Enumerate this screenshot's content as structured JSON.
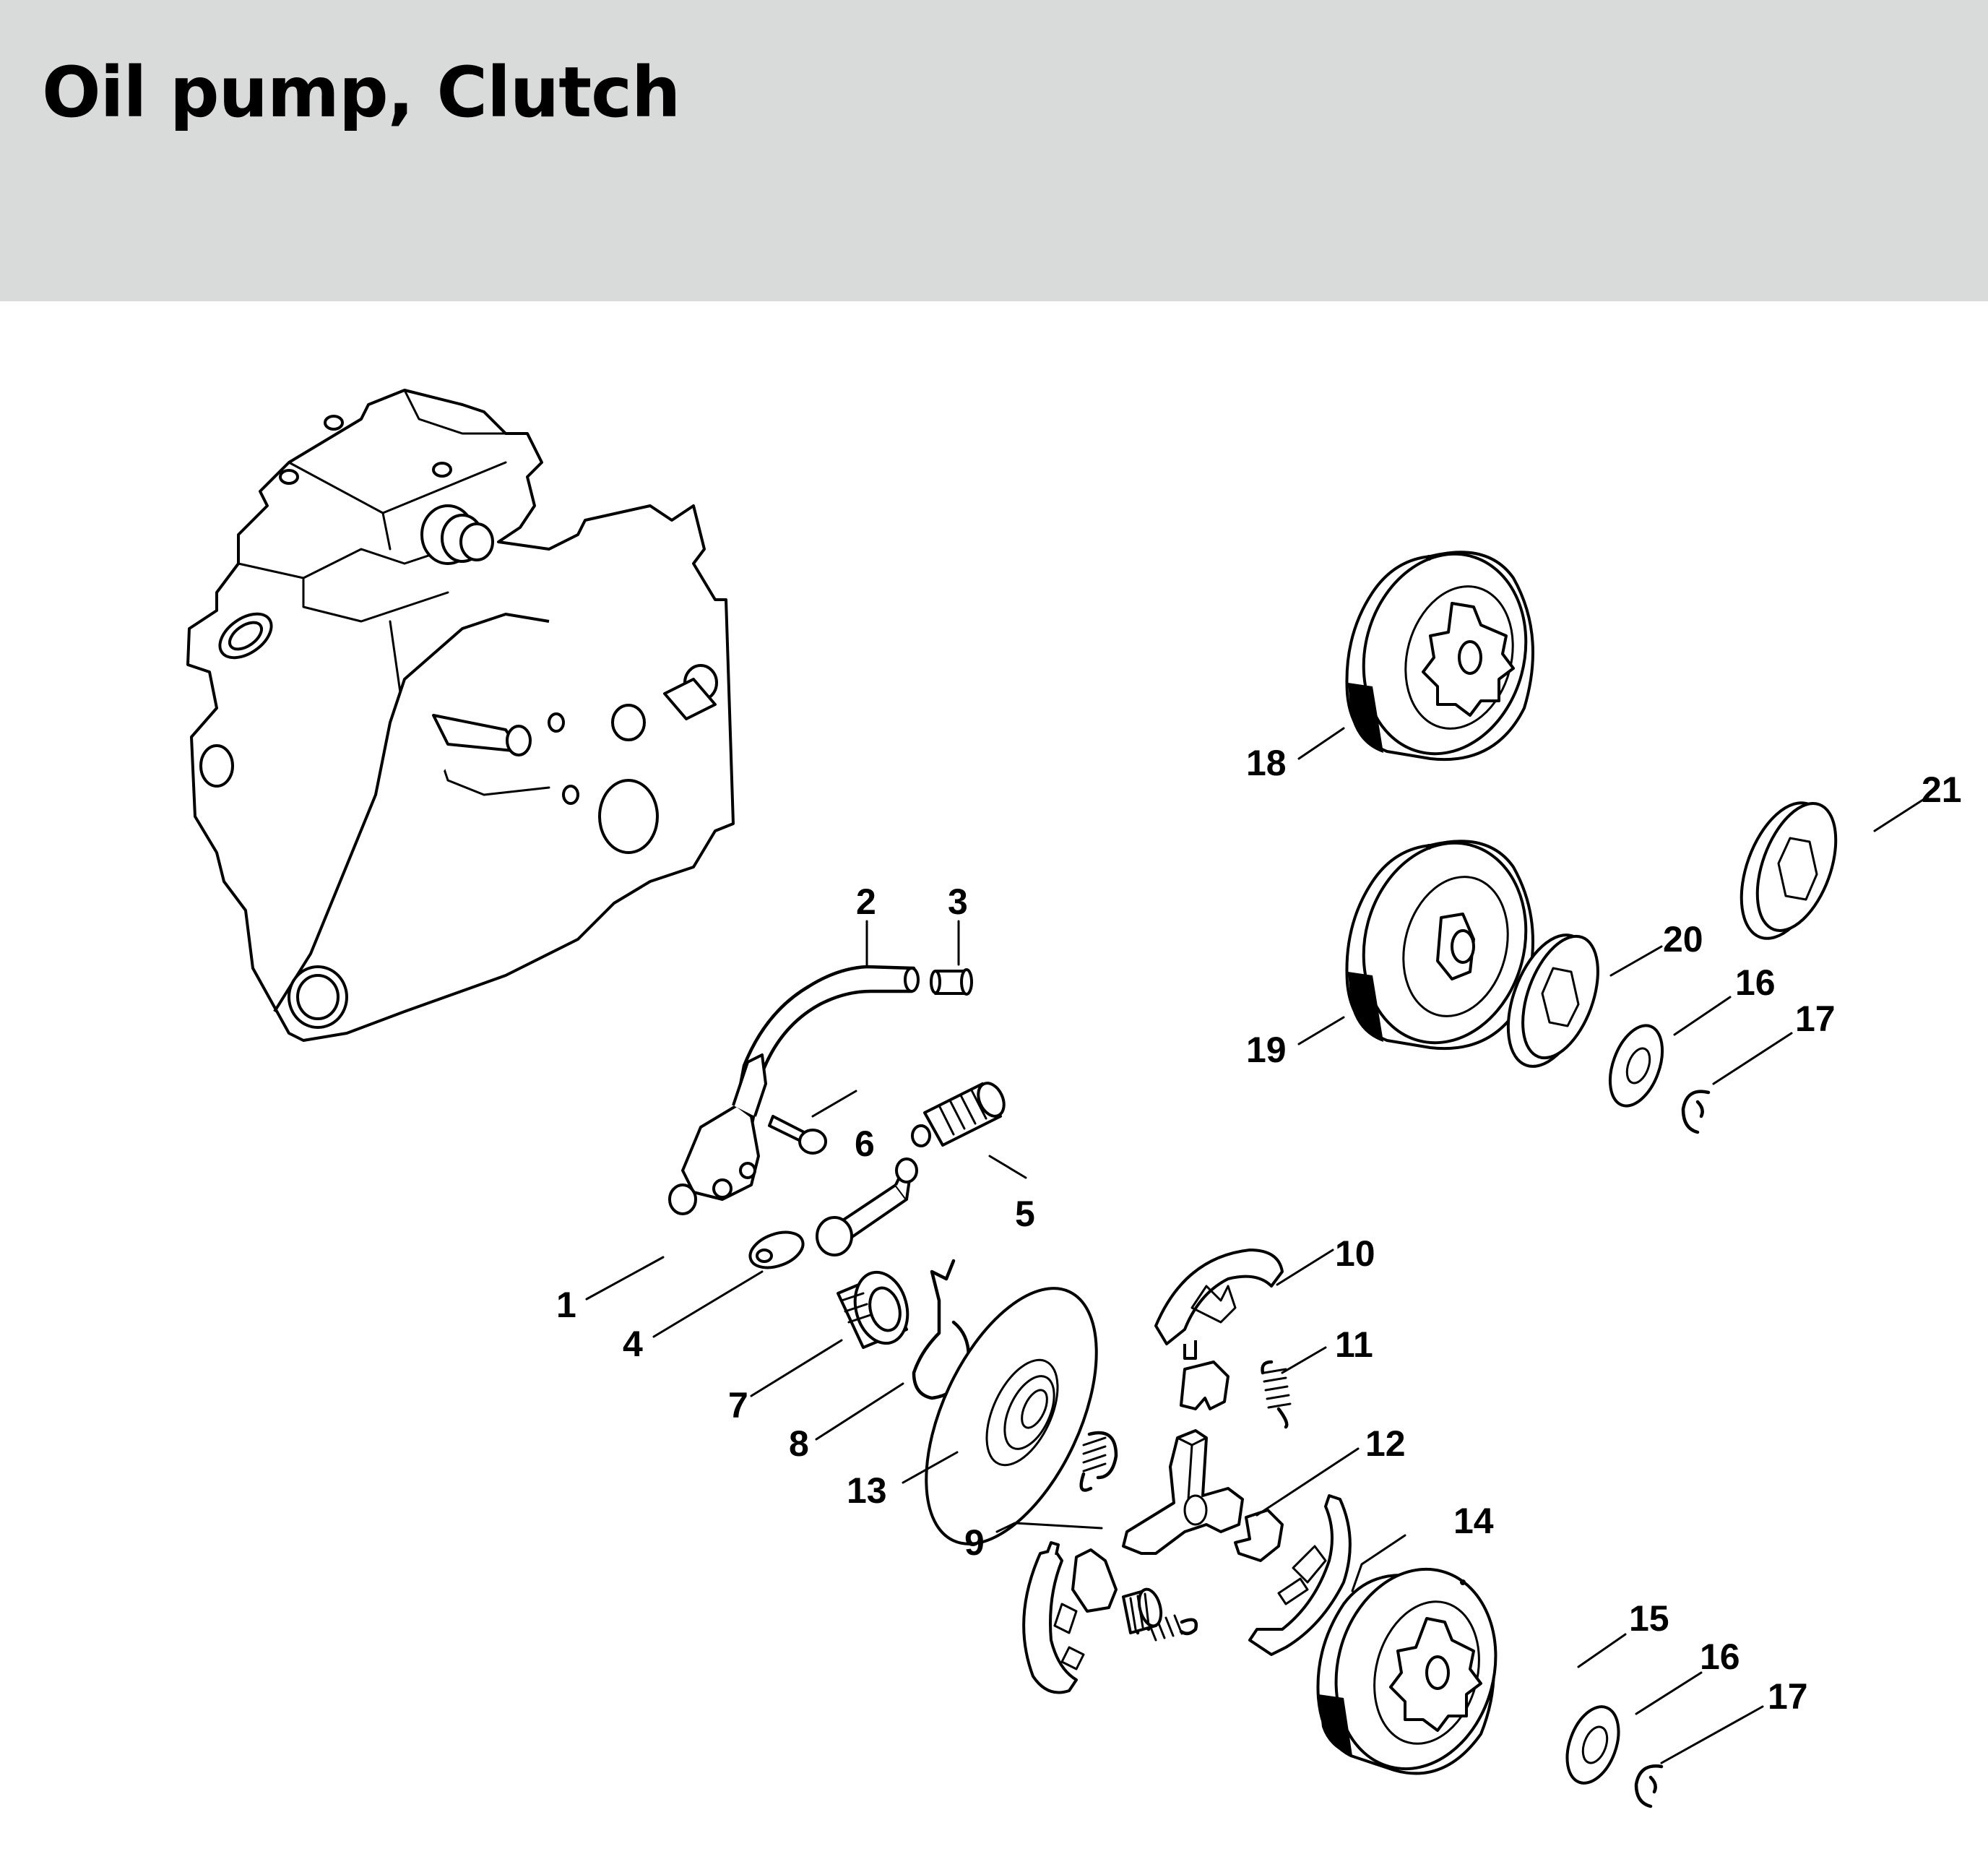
{
  "header": {
    "title": "Oil pump, Clutch",
    "background_color": "#d9dbda"
  },
  "diagram": {
    "type": "exploded-parts-view",
    "callouts": [
      {
        "id": "1",
        "label": "1",
        "part": "oil-pump"
      },
      {
        "id": "2",
        "label": "2",
        "part": "oil-hose"
      },
      {
        "id": "3",
        "label": "3",
        "part": "hose-connector"
      },
      {
        "id": "4",
        "label": "4",
        "part": "suction-hose"
      },
      {
        "id": "5",
        "label": "5",
        "part": "pickup-body"
      },
      {
        "id": "6",
        "label": "6",
        "part": "screw"
      },
      {
        "id": "7",
        "label": "7",
        "part": "worm"
      },
      {
        "id": "8",
        "label": "8",
        "part": "spring-clip"
      },
      {
        "id": "9",
        "label": "9",
        "part": "clutch-hub"
      },
      {
        "id": "10",
        "label": "10",
        "part": "clutch-shoe"
      },
      {
        "id": "11",
        "label": "11",
        "part": "tension-spring"
      },
      {
        "id": "12",
        "label": "12",
        "part": "carrier"
      },
      {
        "id": "13",
        "label": "13",
        "part": "washer-disc"
      },
      {
        "id": "14",
        "label": "14",
        "part": "needle-cage"
      },
      {
        "id": "15",
        "label": "15",
        "part": "clutch-drum-spur"
      },
      {
        "id": "16a",
        "label": "16",
        "part": "washer"
      },
      {
        "id": "17a",
        "label": "17",
        "part": "e-clip"
      },
      {
        "id": "18",
        "label": "18",
        "part": "clutch-drum-spur-alt"
      },
      {
        "id": "19",
        "label": "19",
        "part": "clutch-drum-rim"
      },
      {
        "id": "20",
        "label": "20",
        "part": "rim-sprocket"
      },
      {
        "id": "16b",
        "label": "16",
        "part": "washer"
      },
      {
        "id": "17b",
        "label": "17",
        "part": "e-clip"
      },
      {
        "id": "21",
        "label": "21",
        "part": "rim-sprocket-alt"
      }
    ]
  }
}
